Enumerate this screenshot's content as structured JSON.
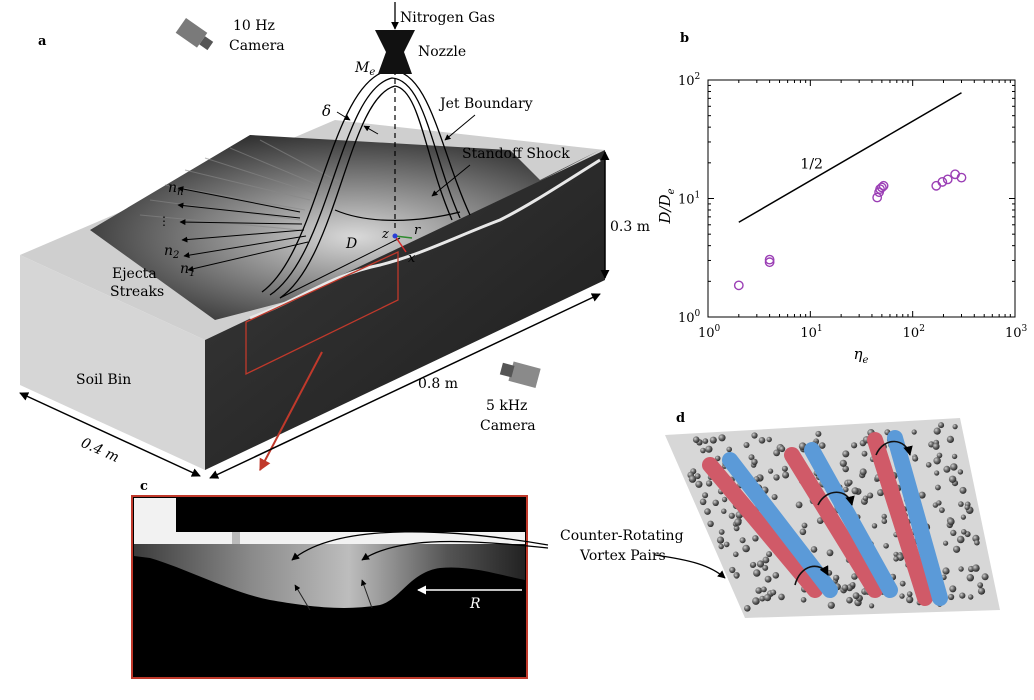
{
  "panels": {
    "a": {
      "label": "a",
      "camera_top": [
        "10 Hz",
        "Camera"
      ],
      "nitrogen": "Nitrogen Gas",
      "nozzle": "Nozzle",
      "me": "M",
      "me_sub": "e",
      "delta": "δ",
      "jet_boundary": "Jet Boundary",
      "standoff_shock": "Standoff Shock",
      "streak_labels": [
        {
          "n": "n",
          "sub": "n"
        },
        {
          "n": "n",
          "sub": "2"
        },
        {
          "n": "n",
          "sub": "1"
        }
      ],
      "ejecta": [
        "Ejecta",
        "Streaks"
      ],
      "D": "D",
      "z": "z",
      "r": "r",
      "x": "x",
      "height": "0.3 m",
      "length": "0.8 m",
      "width": "0.4 m",
      "soil_bin": "Soil Bin",
      "camera_side": [
        "5 kHz",
        "Camera"
      ]
    },
    "b": {
      "label": "b"
    },
    "c": {
      "label": "c",
      "R": "R"
    },
    "counter_rotating": [
      "Counter-Rotating",
      "Vortex Pairs"
    ],
    "d": {
      "label": "d"
    }
  },
  "chart_data": {
    "type": "scatter",
    "xlabel": "η",
    "xlabel_sub": "e",
    "ylabel": "D/D",
    "ylabel_sub": "e",
    "xscale": "log",
    "yscale": "log",
    "xlim": [
      1,
      1000
    ],
    "ylim": [
      1,
      100
    ],
    "xticks": [
      {
        "v": 1,
        "base": "10",
        "exp": "0"
      },
      {
        "v": 10,
        "base": "10",
        "exp": "1"
      },
      {
        "v": 100,
        "base": "10",
        "exp": "2"
      },
      {
        "v": 1000,
        "base": "10",
        "exp": "3"
      }
    ],
    "yticks": [
      {
        "v": 1,
        "base": "10",
        "exp": "0"
      },
      {
        "v": 10,
        "base": "10",
        "exp": "1"
      },
      {
        "v": 100,
        "base": "10",
        "exp": "2"
      }
    ],
    "slope_label": "1/2",
    "slope_line": {
      "x": [
        2,
        300
      ],
      "y": [
        6.3,
        78
      ]
    },
    "marker_color": "#9b3fb5",
    "points": [
      {
        "x": 2.0,
        "y": 1.85
      },
      {
        "x": 4.0,
        "y": 2.9
      },
      {
        "x": 4.0,
        "y": 3.05
      },
      {
        "x": 45,
        "y": 10.2
      },
      {
        "x": 47,
        "y": 11.3
      },
      {
        "x": 48,
        "y": 12.0
      },
      {
        "x": 50,
        "y": 12.4
      },
      {
        "x": 52,
        "y": 12.8
      },
      {
        "x": 170,
        "y": 12.8
      },
      {
        "x": 195,
        "y": 13.8
      },
      {
        "x": 220,
        "y": 14.5
      },
      {
        "x": 260,
        "y": 16.0
      },
      {
        "x": 300,
        "y": 15.0
      }
    ]
  }
}
